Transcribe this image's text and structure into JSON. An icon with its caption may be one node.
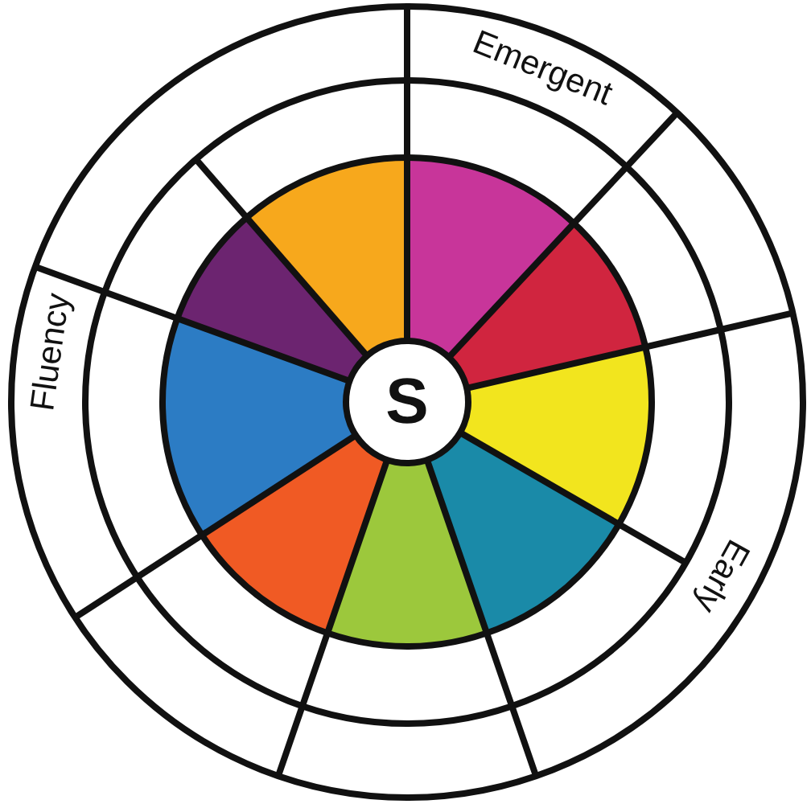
{
  "diagram": {
    "nodes": [
      {
        "text": [
          "Emergent"
        ]
      },
      {
        "text": [
          "Fluency"
        ]
      },
      {
        "text": [
          "S"
        ]
      },
      {
        "text": [
          "Early"
        ]
      }
    ]
  }
}
